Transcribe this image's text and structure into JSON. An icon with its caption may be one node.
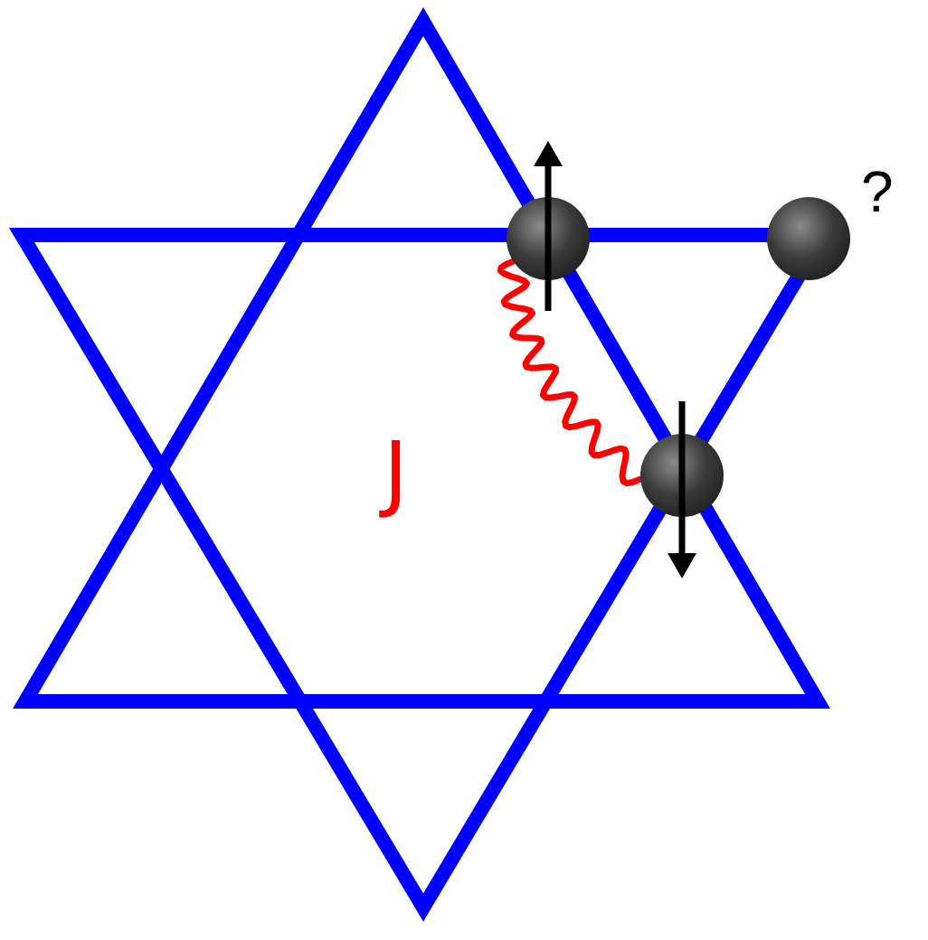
{
  "diagram": {
    "nodes": [
      {
        "text": [],
        "shape": "circle"
      },
      {
        "text": [],
        "shape": "circle",
        "beside": [
          "?"
        ]
      },
      {
        "text": [],
        "shape": "circle"
      }
    ],
    "edges": [
      {
        "from": 0,
        "to": 2,
        "arrow": "none",
        "label": "J"
      }
    ]
  }
}
